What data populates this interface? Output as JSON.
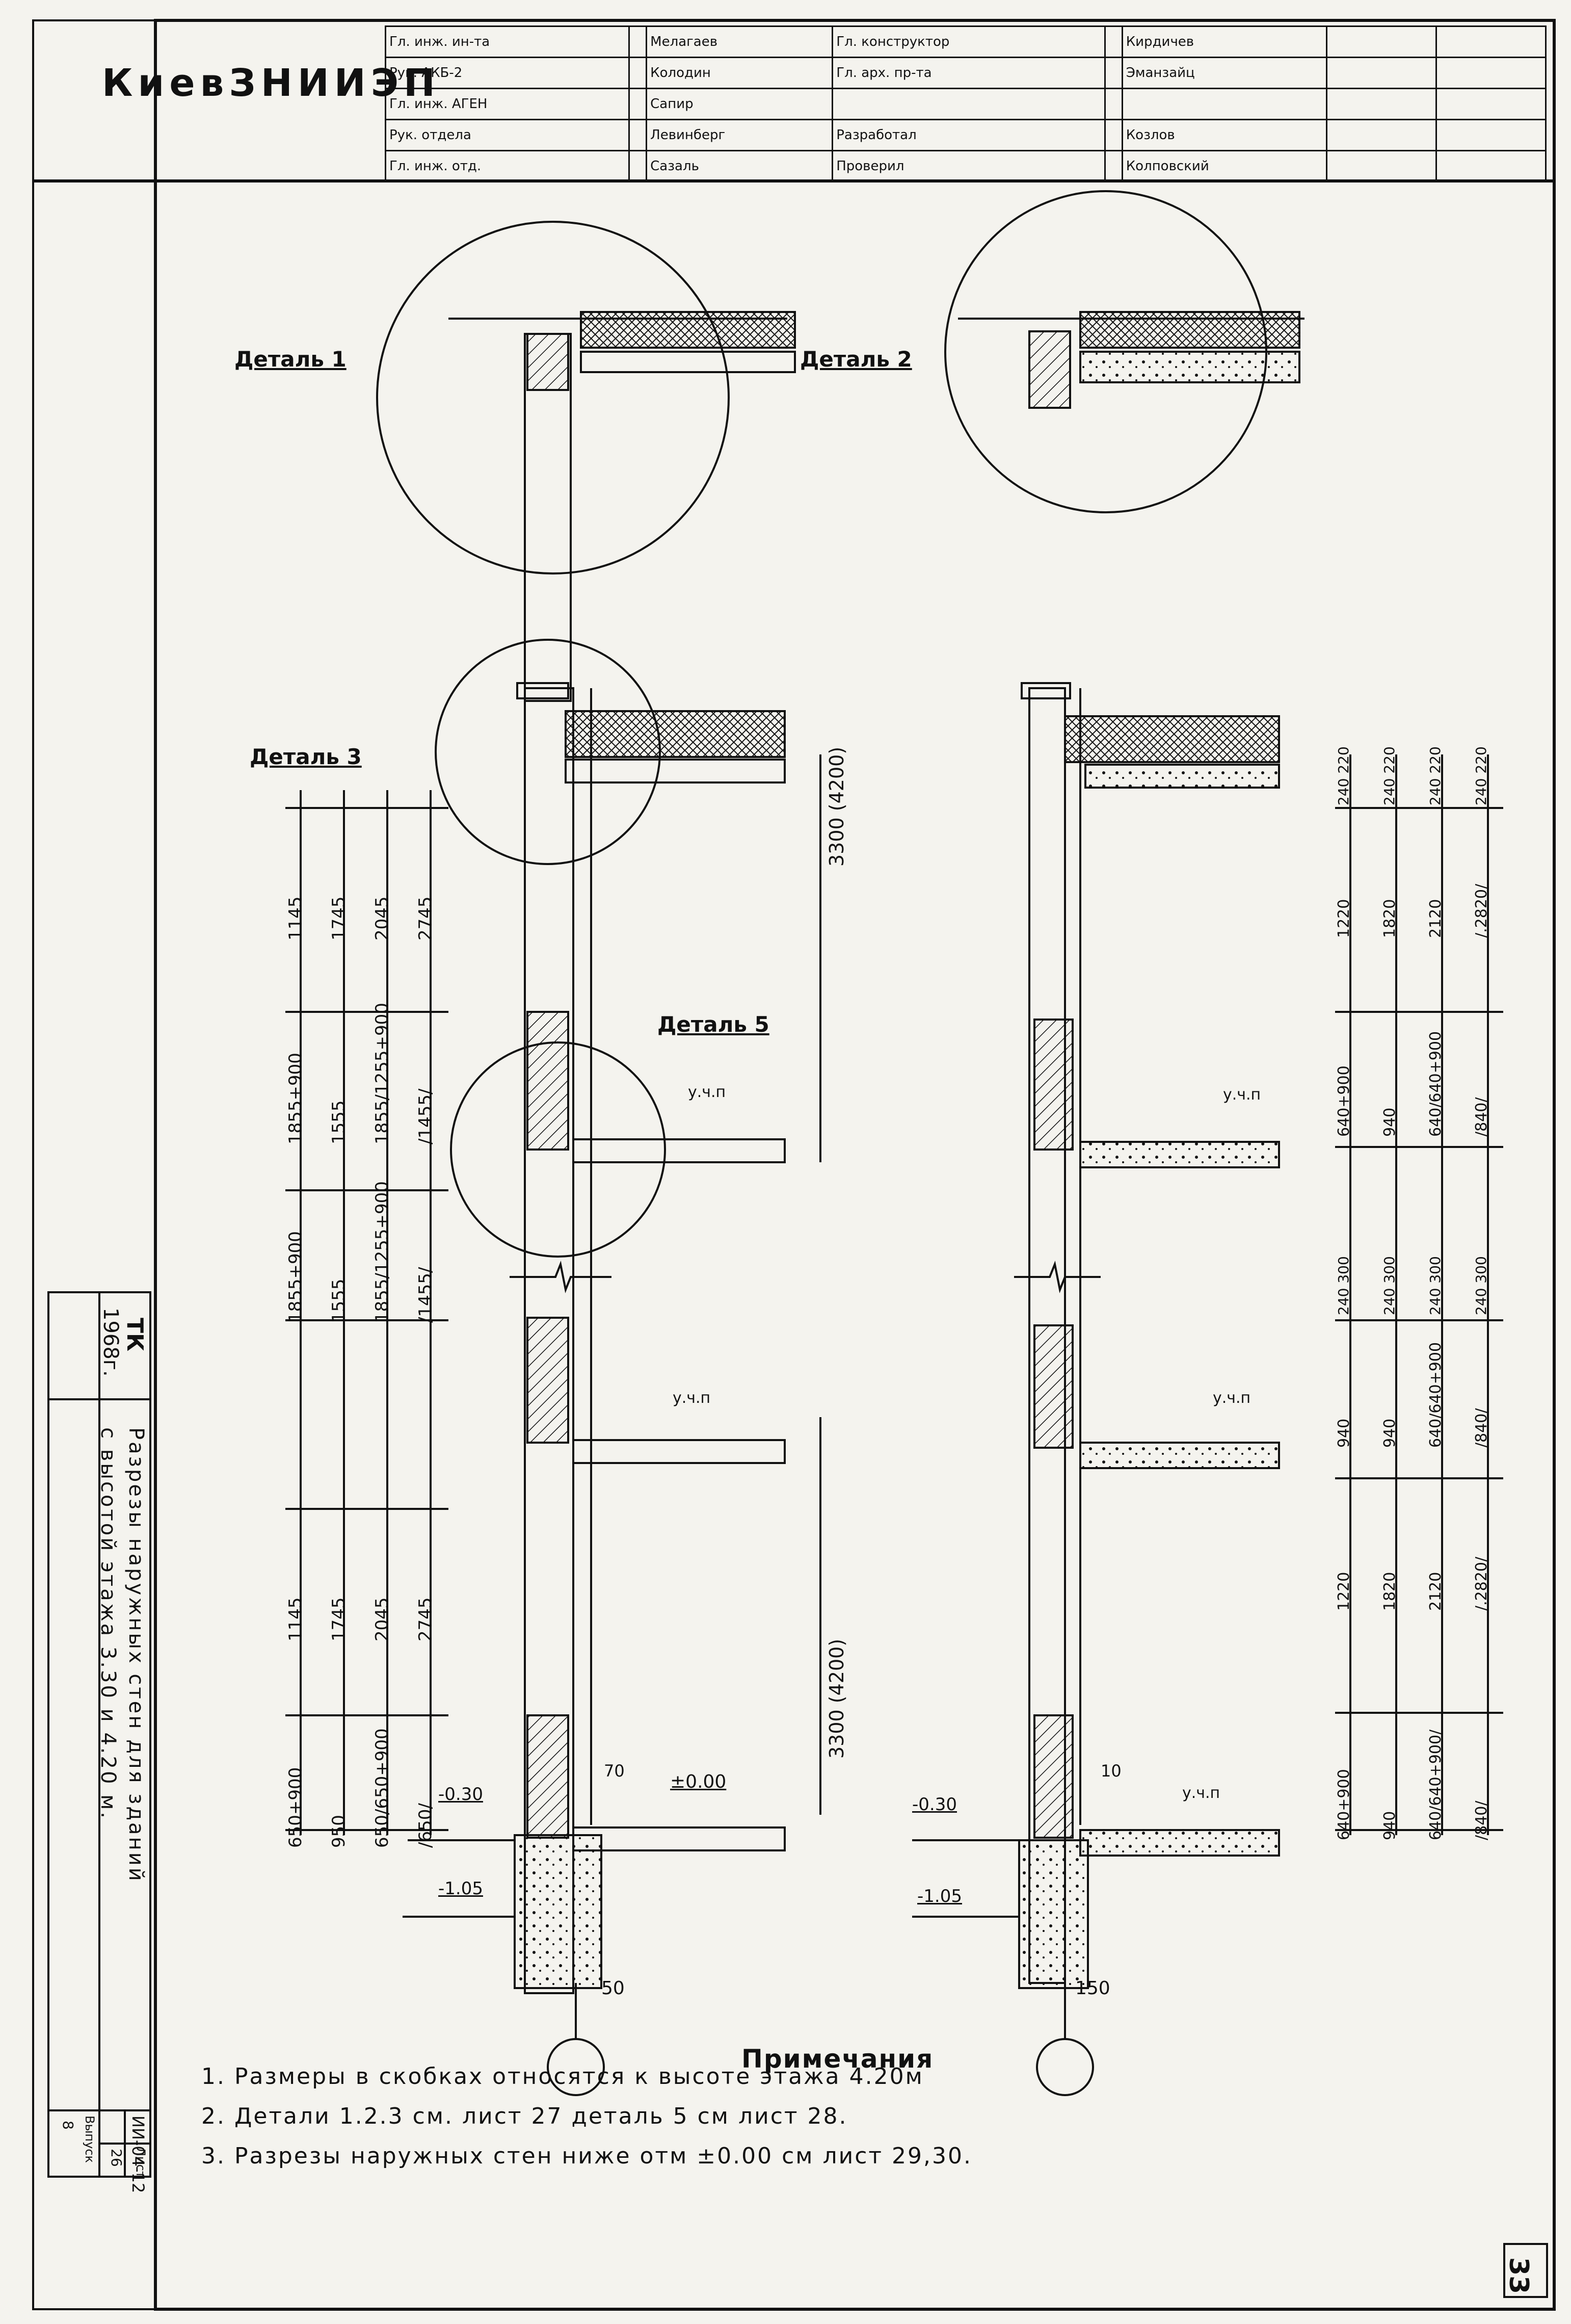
{
  "header": {
    "organization": "КиевЗНИИЭП",
    "title_block_rows": [
      {
        "role": "Гл. инж. ин-та",
        "signature": "",
        "name": "Мелагаев",
        "role2": "Гл. конструктор",
        "signature2": "",
        "name2": "Кирдичев"
      },
      {
        "role": "Рук. АКБ-2",
        "signature": "",
        "name": "Колодин",
        "role2": "Гл. арх. пр-та",
        "signature2": "",
        "name2": "Эманзайц"
      },
      {
        "role": "Гл. инж. АГЕН",
        "signature": "",
        "name": "Сапир",
        "role2": "",
        "signature2": "",
        "name2": ""
      },
      {
        "role": "Рук. отдела",
        "signature": "",
        "name": "Левинберг",
        "role2": "Разработал",
        "signature2": "",
        "name2": "Козлов"
      },
      {
        "role": "Гл. инж. отд.",
        "signature": "",
        "name": "Сазаль",
        "role2": "Проверил",
        "signature2": "",
        "name2": "Колповский"
      }
    ]
  },
  "details": {
    "detail1": "Деталь 1",
    "detail2": "Деталь 2",
    "detail3": "Деталь 3",
    "detail5": "Деталь 5"
  },
  "left_section": {
    "col_a": [
      "1145",
      "1855+900",
      "1855+900",
      "1145",
      "650+900"
    ],
    "col_b": [
      "1745",
      "1555",
      "1555",
      "1745",
      "950"
    ],
    "col_c": [
      "2045",
      "1855/1255+900",
      "1855/1255+900",
      "2045",
      "650/650+900"
    ],
    "col_d": [
      "2745",
      "/1455/",
      "/1455/",
      "2745",
      "/650/"
    ],
    "height_upper": "3300 (4200)",
    "height_lower": "3300 (4200)",
    "marks": {
      "unp_1": "у.ч.п",
      "unp_2": "у.ч.п",
      "zero": "±0.00",
      "m030": "-0.30",
      "m105": "-1.05",
      "d70": "70",
      "d50": "50"
    }
  },
  "right_section": {
    "top_pairs": [
      "240 220",
      "240 220",
      "240 220",
      "240 220"
    ],
    "col1": [
      "1220",
      "640+900",
      "940",
      "1220",
      "640+900"
    ],
    "col2": [
      "1820",
      "940",
      "940",
      "1820",
      "940"
    ],
    "col3": [
      "2120",
      "640/640+900",
      "640/640+900",
      "2120",
      "640/640+900/"
    ],
    "col4": [
      "/.2820/",
      "/840/",
      "/840/",
      "/.2820/",
      "/840/"
    ],
    "mids": [
      "240 300",
      "240 300",
      "240 300",
      "240 300"
    ],
    "marks": {
      "unp_1": "у.ч.п",
      "unp_2": "у.ч.п",
      "unp_3": "у.ч.п",
      "m030": "-0.30",
      "m105": "-1.05",
      "d10": "10",
      "d150": "150"
    }
  },
  "sidebar": {
    "code": "ТК",
    "year": "1968г.",
    "title_line1": "Разрезы наружных стен для зданий",
    "title_line2": "с высотой этажа 3.30 и 4.20 м.",
    "series": "ИИ-04-12",
    "issue_label": "Выпуск",
    "issue": "8",
    "sheet_label": "Лист",
    "sheet": "26"
  },
  "notes": {
    "title": "Примечания",
    "items": [
      "1. Размеры в скобках относятся к высоте этажа 4.20м",
      "2. Детали 1.2.3 см. лист 27     деталь 5     см лист 28.",
      "3. Разрезы наружных стен ниже отм ±0.00 см лист 29,30."
    ]
  },
  "page_number": "33"
}
